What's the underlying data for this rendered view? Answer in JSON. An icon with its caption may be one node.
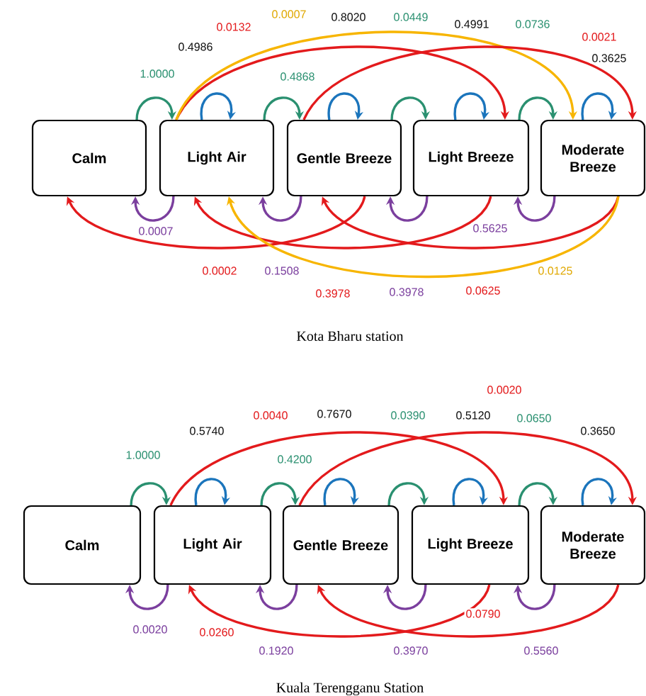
{
  "diagram": {
    "nodes": [
      {
        "text": [
          "Calm"
        ]
      },
      {
        "text": [
          "Light Air"
        ]
      },
      {
        "text": [
          "Gentle Breeze"
        ]
      },
      {
        "text": [
          "Light Breeze"
        ]
      },
      {
        "text": [
          "Moderate Breeze"
        ]
      },
      {
        "text": [
          "Calm"
        ]
      },
      {
        "text": [
          "Light Air"
        ]
      },
      {
        "text": [
          "Gentle Breeze"
        ]
      },
      {
        "text": [
          "Light Breeze"
        ]
      },
      {
        "text": [
          "Moderate Breeze"
        ]
      }
    ],
    "edges": [
      {
        "from": 0,
        "to": 1,
        "arrow": "to",
        "color": "#2a9070"
      },
      {
        "from": 1,
        "to": 1,
        "arrow": "to",
        "color": "#1b75bc"
      },
      {
        "from": 1,
        "to": 2,
        "arrow": "to",
        "color": "#2a9070"
      },
      {
        "from": 2,
        "to": 2,
        "arrow": "to",
        "color": "#1b75bc"
      },
      {
        "from": 2,
        "to": 3,
        "arrow": "to",
        "color": "#2a9070"
      },
      {
        "from": 3,
        "to": 3,
        "arrow": "to",
        "color": "#1b75bc"
      },
      {
        "from": 3,
        "to": 4,
        "arrow": "to",
        "color": "#2a9070"
      },
      {
        "from": 4,
        "to": 4,
        "arrow": "to",
        "color": "#1b75bc"
      },
      {
        "from": 1,
        "to": 3,
        "arrow": "to",
        "color": "#e31a1c"
      },
      {
        "from": 1,
        "to": 4,
        "arrow": "to",
        "color": "#f7b500"
      },
      {
        "from": 2,
        "to": 4,
        "arrow": "to",
        "color": "#e31a1c"
      },
      {
        "from": 1,
        "to": 0,
        "arrow": "to",
        "color": "#7b3f9e"
      },
      {
        "from": 2,
        "to": 1,
        "arrow": "to",
        "color": "#7b3f9e"
      },
      {
        "from": 3,
        "to": 2,
        "arrow": "to",
        "color": "#7b3f9e"
      },
      {
        "from": 4,
        "to": 3,
        "arrow": "to",
        "color": "#7b3f9e"
      },
      {
        "from": 2,
        "to": 0,
        "arrow": "to",
        "color": "#e31a1c"
      },
      {
        "from": 3,
        "to": 1,
        "arrow": "to",
        "color": "#e31a1c"
      },
      {
        "from": 4,
        "to": 2,
        "arrow": "to",
        "color": "#e31a1c"
      },
      {
        "from": 4,
        "to": 1,
        "arrow": "to",
        "color": "#f7b500"
      },
      {
        "from": 5,
        "to": 6,
        "arrow": "to",
        "color": "#2a9070"
      },
      {
        "from": 6,
        "to": 6,
        "arrow": "to",
        "color": "#1b75bc"
      },
      {
        "from": 6,
        "to": 7,
        "arrow": "to",
        "color": "#2a9070"
      },
      {
        "from": 7,
        "to": 7,
        "arrow": "to",
        "color": "#1b75bc"
      },
      {
        "from": 7,
        "to": 8,
        "arrow": "to",
        "color": "#2a9070"
      },
      {
        "from": 8,
        "to": 8,
        "arrow": "to",
        "color": "#1b75bc"
      },
      {
        "from": 8,
        "to": 9,
        "arrow": "to",
        "color": "#2a9070"
      },
      {
        "from": 9,
        "to": 9,
        "arrow": "to",
        "color": "#1b75bc"
      },
      {
        "from": 6,
        "to": 8,
        "arrow": "to",
        "color": "#e31a1c"
      },
      {
        "from": 7,
        "to": 9,
        "arrow": "to",
        "color": "#e31a1c"
      },
      {
        "from": 6,
        "to": 5,
        "arrow": "to",
        "color": "#7b3f9e"
      },
      {
        "from": 7,
        "to": 6,
        "arrow": "to",
        "color": "#7b3f9e"
      },
      {
        "from": 8,
        "to": 7,
        "arrow": "to",
        "color": "#7b3f9e"
      },
      {
        "from": 9,
        "to": 8,
        "arrow": "to",
        "color": "#7b3f9e"
      },
      {
        "from": 8,
        "to": 6,
        "arrow": "to",
        "color": "#e31a1c"
      },
      {
        "from": 9,
        "to": 7,
        "arrow": "to",
        "color": "#e31a1c"
      }
    ],
    "labels": [
      "0.0132",
      "0.0007",
      "0.8020",
      "0.0449",
      "0.4991",
      "0.0736",
      "0.4986",
      "0.0021",
      "0.3625",
      "1.0000",
      "0.4868",
      "0.0007",
      "0.5625",
      "0.0002",
      "0.1508",
      "0.0125",
      "0.3978",
      "0.3978",
      "0.0625",
      "Kota Bharu station",
      "0.0020",
      "0.0040",
      "0.7670",
      "0.0390",
      "0.5120",
      "0.0650",
      "0.5740",
      "0.3650",
      "1.0000",
      "0.4200",
      "0.0790",
      "0.0020",
      "0.0260",
      "0.1920",
      "0.3970",
      "0.5560",
      "Kuala Terengganu Station"
    ]
  }
}
